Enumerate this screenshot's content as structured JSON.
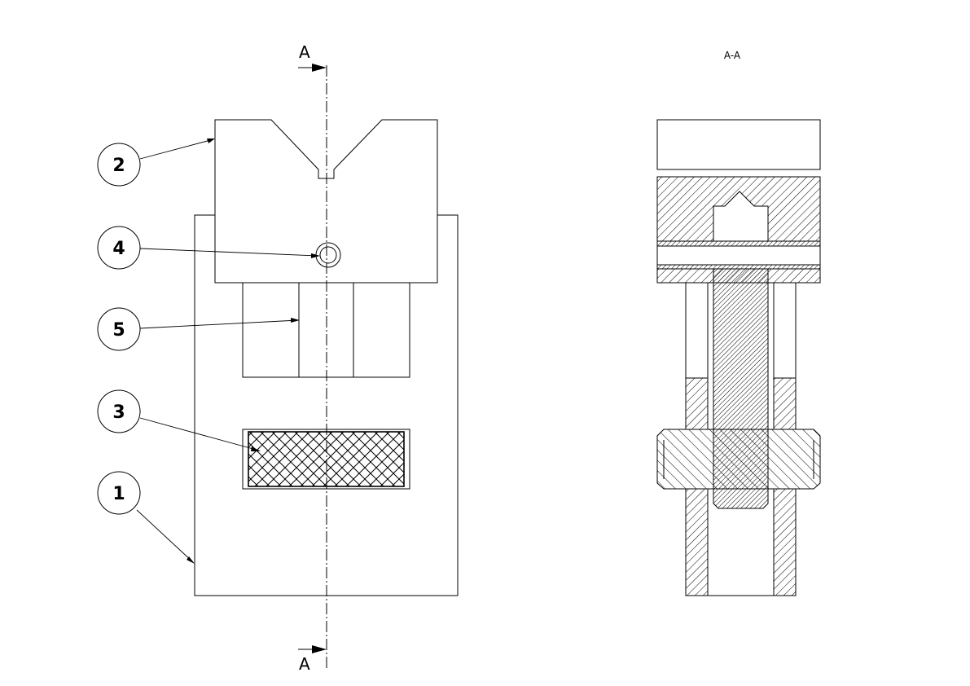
{
  "section_view": {
    "label_top": "A",
    "label_bottom": "A",
    "view_title": "A-A"
  },
  "balloons": [
    {
      "id": "balloon-2",
      "text": "2"
    },
    {
      "id": "balloon-4",
      "text": "4"
    },
    {
      "id": "balloon-5",
      "text": "5"
    },
    {
      "id": "balloon-3",
      "text": "3"
    },
    {
      "id": "balloon-1",
      "text": "1"
    }
  ]
}
